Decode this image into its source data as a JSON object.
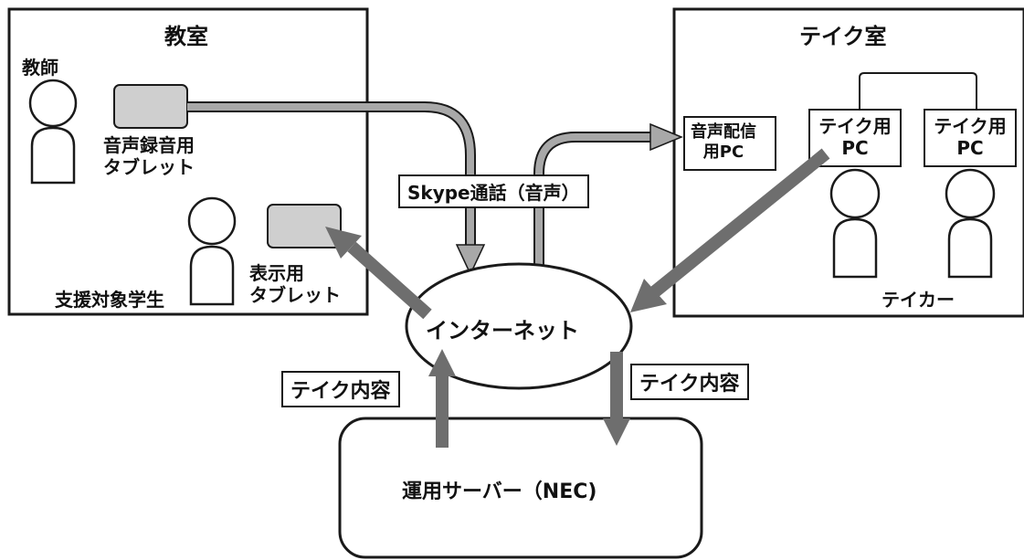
{
  "classroom": {
    "title": "教室",
    "teacher_label": "教師",
    "recording_tablet_label_1": "音声録音用",
    "recording_tablet_label_2": "タブレット",
    "student_label": "支援対象学生",
    "display_tablet_label_1": "表示用",
    "display_tablet_label_2": "タブレット"
  },
  "take_room": {
    "title": "テイク室",
    "audio_pc_label_1": "音声配信",
    "audio_pc_label_2": "用PC",
    "take_pc_1_label_1": "テイク用",
    "take_pc_1_label_2": "PC",
    "take_pc_2_label_1": "テイク用",
    "take_pc_2_label_2": "PC",
    "takers_label": "テイカー"
  },
  "network": {
    "internet_label": "インターネット",
    "skype_label": "Skype通話（音声）",
    "take_content_left": "テイク内容",
    "take_content_right": "テイク内容"
  },
  "server": {
    "label": "運用サーバー（NEC)"
  },
  "colors": {
    "line": "#1a1a1a",
    "arrow_dark": "#6e6e6e",
    "arrow_light": "#9a9a9a",
    "tablet_fill": "#cfcfcf"
  }
}
